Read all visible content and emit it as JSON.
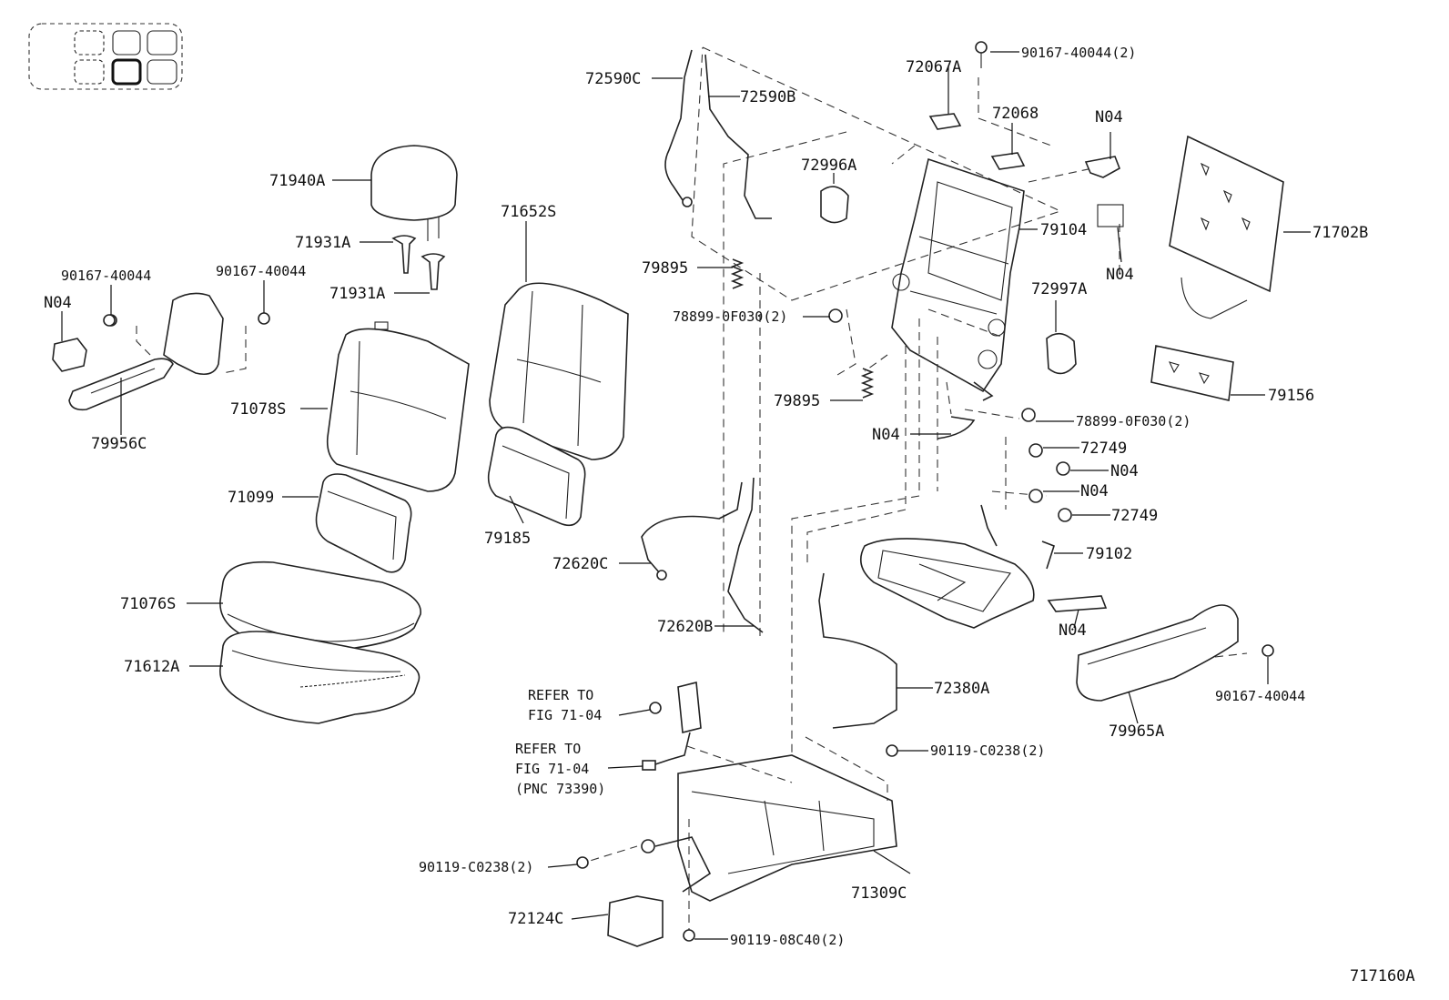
{
  "figure_id": "717160A",
  "labels": {
    "l_72590C": "72590C",
    "l_72590B": "72590B",
    "l_72067A": "72067A",
    "l_90167_40044_2": "90167-40044(2)",
    "l_72068": "72068",
    "l_N04_a": "N04",
    "l_72996A": "72996A",
    "l_71940A": "71940A",
    "l_71931A_a": "71931A",
    "l_71931A_b": "71931A",
    "l_90167_40044_a": "90167-40044",
    "l_90167_40044_b": "90167-40044",
    "l_N04_b": "N04",
    "l_79956C": "79956C",
    "l_71652S": "71652S",
    "l_79895_a": "79895",
    "l_78899_0F030_2_a": "78899-0F030(2)",
    "l_79104": "79104",
    "l_N04_c": "N04",
    "l_72997A": "72997A",
    "l_71702B": "71702B",
    "l_79156": "79156",
    "l_71078S": "71078S",
    "l_79895_b": "79895",
    "l_N04_d": "N04",
    "l_78899_0F030_2_b": "78899-0F030(2)",
    "l_72749_a": "72749",
    "l_N04_e": "N04",
    "l_N04_f": "N04",
    "l_72749_b": "72749",
    "l_71099": "71099",
    "l_79185": "79185",
    "l_72620C": "72620C",
    "l_79102": "79102",
    "l_71076S": "71076S",
    "l_N04_g": "N04",
    "l_72620B": "72620B",
    "l_71612A": "71612A",
    "l_72380A": "72380A",
    "l_90167_40044_c": "90167-40044",
    "l_79965A": "79965A",
    "refer1_line1": "REFER TO",
    "refer1_line2": "FIG 71-04",
    "refer2_line1": "REFER TO",
    "refer2_line2": "FIG 71-04",
    "refer2_line3": "(PNC 73390)",
    "l_90119_C0238_2_a": "90119-C0238(2)",
    "l_90119_C0238_2_b": "90119-C0238(2)",
    "l_71309C": "71309C",
    "l_72124C": "72124C",
    "l_90119_08C40_2": "90119-08C40(2)"
  }
}
